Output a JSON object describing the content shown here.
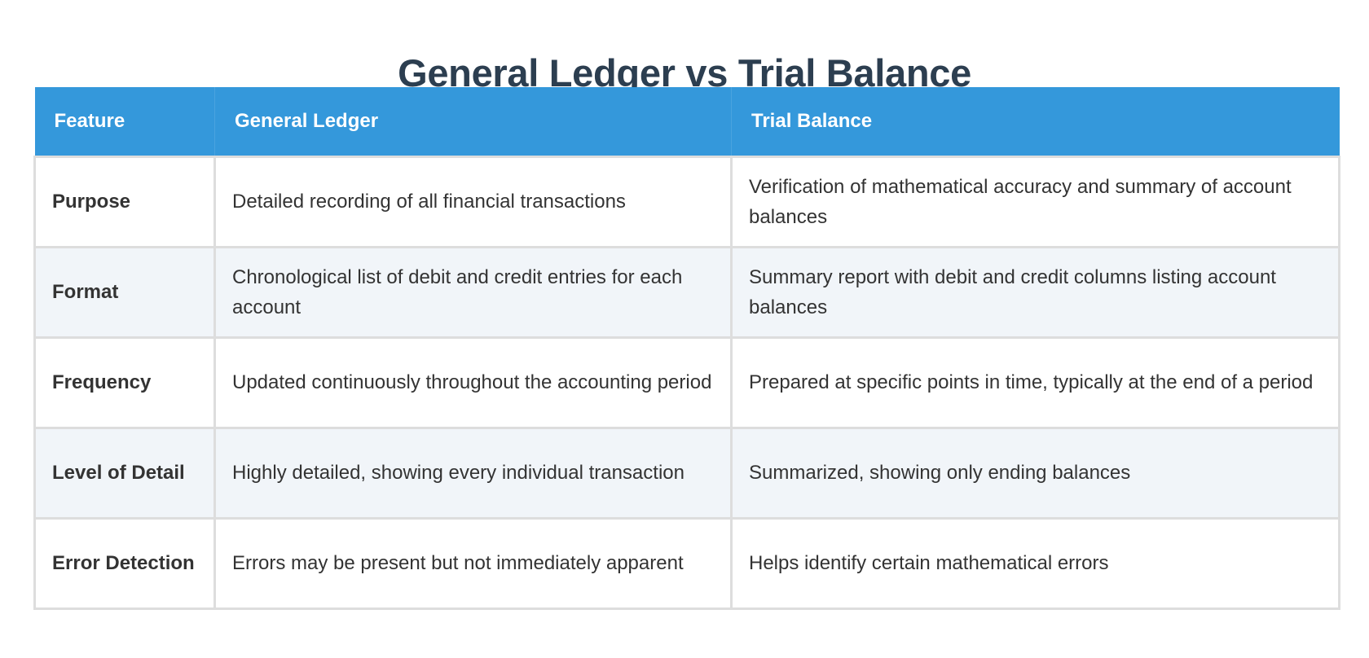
{
  "title": "General Ledger vs Trial Balance",
  "colors": {
    "header_bg": "#3498db",
    "header_text": "#ffffff",
    "title_text": "#2c3e50",
    "body_text": "#333333",
    "alt_row_bg": "#f1f5f9",
    "border": "#dddddd"
  },
  "table": {
    "headers": [
      "Feature",
      "General Ledger",
      "Trial Balance"
    ],
    "rows": [
      {
        "feature": "Purpose",
        "general_ledger": "Detailed recording of all financial transactions",
        "trial_balance": "Verification of mathematical accuracy and summary of account balances"
      },
      {
        "feature": "Format",
        "general_ledger": "Chronological list of debit and credit entries for each account",
        "trial_balance": "Summary report with debit and credit columns listing account balances"
      },
      {
        "feature": "Frequency",
        "general_ledger": "Updated continuously throughout the accounting period",
        "trial_balance": "Prepared at specific points in time, typically at the end of a period"
      },
      {
        "feature": "Level of Detail",
        "general_ledger": "Highly detailed, showing every individual transaction",
        "trial_balance": "Summarized, showing only ending balances"
      },
      {
        "feature": "Error Detection",
        "general_ledger": "Errors may be present but not immediately apparent",
        "trial_balance": "Helps identify certain mathematical errors"
      }
    ]
  }
}
